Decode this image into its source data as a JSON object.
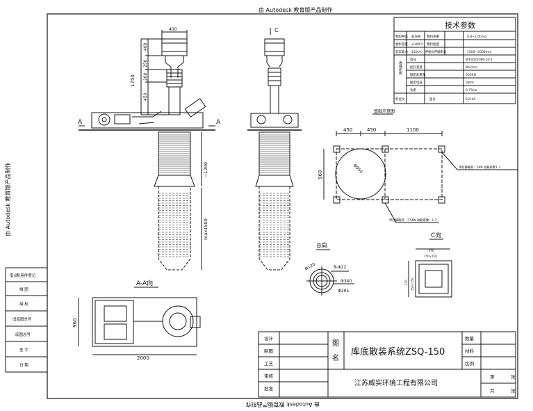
{
  "watermark": {
    "top": "由 Autodesk 教育版产品制作",
    "left": "由 Autodesk 教育版产品制作",
    "bottom": "由 Autodesk 教育版产品制作"
  },
  "tech_params": {
    "title": "技术参数",
    "rows": [
      {
        "k1": "物料种类",
        "v1": "石灰粉",
        "k2": "物料容重",
        "v2": "0.8~1.0t/m3"
      },
      {
        "k1": "物料温度",
        "v1": "≤100℃",
        "k2": "物料粒度",
        "v2": ""
      },
      {
        "k1": "装车能力",
        "v1": "150t/h",
        "k2": "伸缩头伸缩距离",
        "v2": "1500~2000mm"
      }
    ],
    "group_label": "卷扬机构",
    "group_rows": [
      {
        "k": "型号",
        "v": "WP30Z4080-50:1"
      },
      {
        "k": "起升速度",
        "v": "8m/min"
      },
      {
        "k": "额定起重量",
        "v": "5000N"
      },
      {
        "k": "额定电压",
        "v": "380V"
      },
      {
        "k": "功率",
        "v": "0.75kw"
      }
    ],
    "last": {
      "k1": "料位仪",
      "k2": "型号",
      "v": "SLY-40"
    }
  },
  "front_view": {
    "dim_top": "400",
    "dims_left": [
      "400",
      "250",
      "200",
      "450"
    ],
    "dim_left_total": "1750",
    "section": "A",
    "dim_right_1": "~1200",
    "dim_right_2": "max1500"
  },
  "side_view": {
    "section_mark": "C"
  },
  "foundation": {
    "title": "基础示意图",
    "dims": [
      "450",
      "450",
      "1100"
    ],
    "dim_h": "960",
    "diameter": "Φ950",
    "note_right": "单柱静载荷：5KN 动载系数1.3",
    "note_bottom": "单柱静载荷：7.5KN 动载系数：1.3"
  },
  "view_b": {
    "title": "B向",
    "labels": [
      "Φ120",
      "8-Φ22",
      "Φ340",
      "Φ295"
    ]
  },
  "view_c": {
    "title": "C向",
    "dim_top": "370",
    "dim_inner": "150×150",
    "dim_left": "370",
    "dim_left_inner": "150×150"
  },
  "view_aa": {
    "title": "A-A向",
    "dim_w": "2000",
    "dim_h": "960"
  },
  "left_column": [
    "借(通)用件登记",
    "描 图",
    "描 校",
    "旧底图总号",
    "底图总号",
    "签 字",
    "日 期"
  ],
  "title_block": {
    "rows": [
      "设计",
      "制图",
      "工艺",
      "审核",
      "批准"
    ],
    "tu_ming_1": "图",
    "tu_ming_2": "名",
    "drawing_name": "库底散装系统ZSQ-150",
    "k_qty": "数量",
    "k_material": "材料",
    "k_scale": "比例",
    "company": "江苏威实环境工程有限公司",
    "sheet_di": "第",
    "sheet_gong": "共",
    "sheet_unit": "张"
  }
}
